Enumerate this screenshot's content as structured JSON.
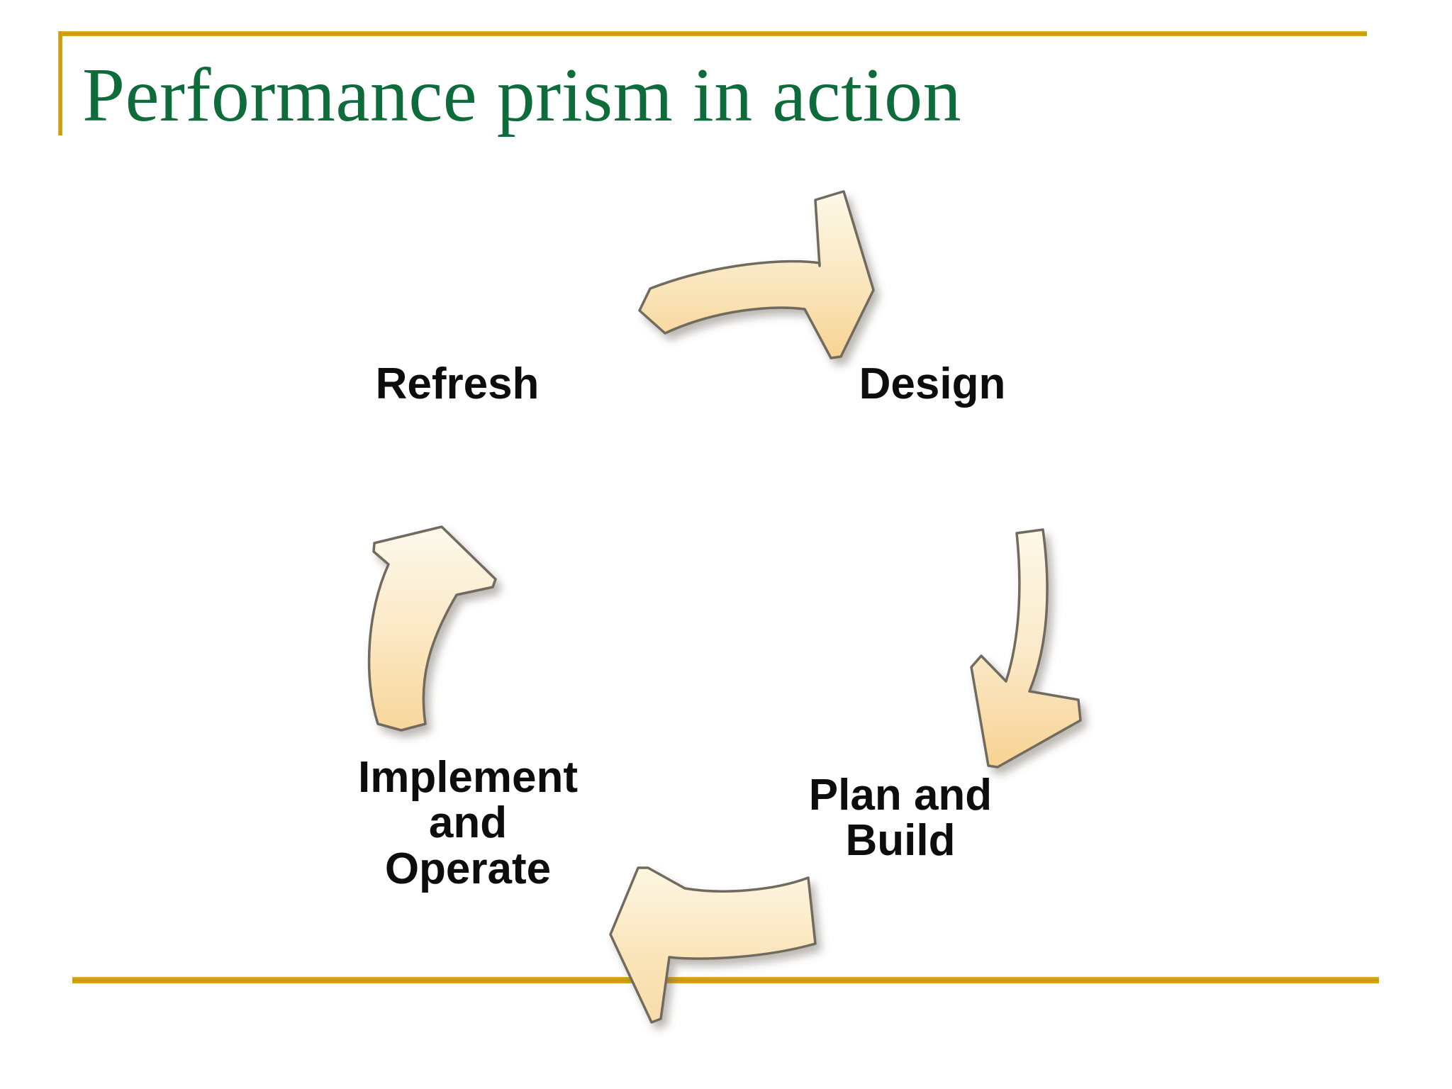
{
  "slide": {
    "title": "Performance prism in action",
    "background_color": "#FFFFFF",
    "title_color": "#0E6B3A",
    "accent_color": "#C8960F",
    "arrow_fill_light": "#FDF7E4",
    "arrow_fill_dark": "#F7D59A",
    "arrow_outline": "#6F6A5E",
    "label_color": "#0D0D0D"
  },
  "diagram": {
    "type": "cycle",
    "direction": "clockwise",
    "nodes": [
      {
        "id": "design",
        "label": "Design",
        "position": "top-right"
      },
      {
        "id": "plan",
        "label": "Plan and\nBuild",
        "position": "bottom-right"
      },
      {
        "id": "implement",
        "label": "Implement\nand\nOperate",
        "position": "bottom-left"
      },
      {
        "id": "refresh",
        "label": "Refresh",
        "position": "top-left"
      }
    ],
    "arrows": [
      {
        "id": "arrow-top",
        "name": "curved-arrow-right",
        "from": "refresh",
        "to": "design"
      },
      {
        "id": "arrow-right",
        "name": "curved-arrow-down",
        "from": "design",
        "to": "plan"
      },
      {
        "id": "arrow-bottom",
        "name": "curved-arrow-left",
        "from": "plan",
        "to": "implement"
      },
      {
        "id": "arrow-left",
        "name": "curved-arrow-up",
        "from": "implement",
        "to": "refresh"
      }
    ]
  }
}
